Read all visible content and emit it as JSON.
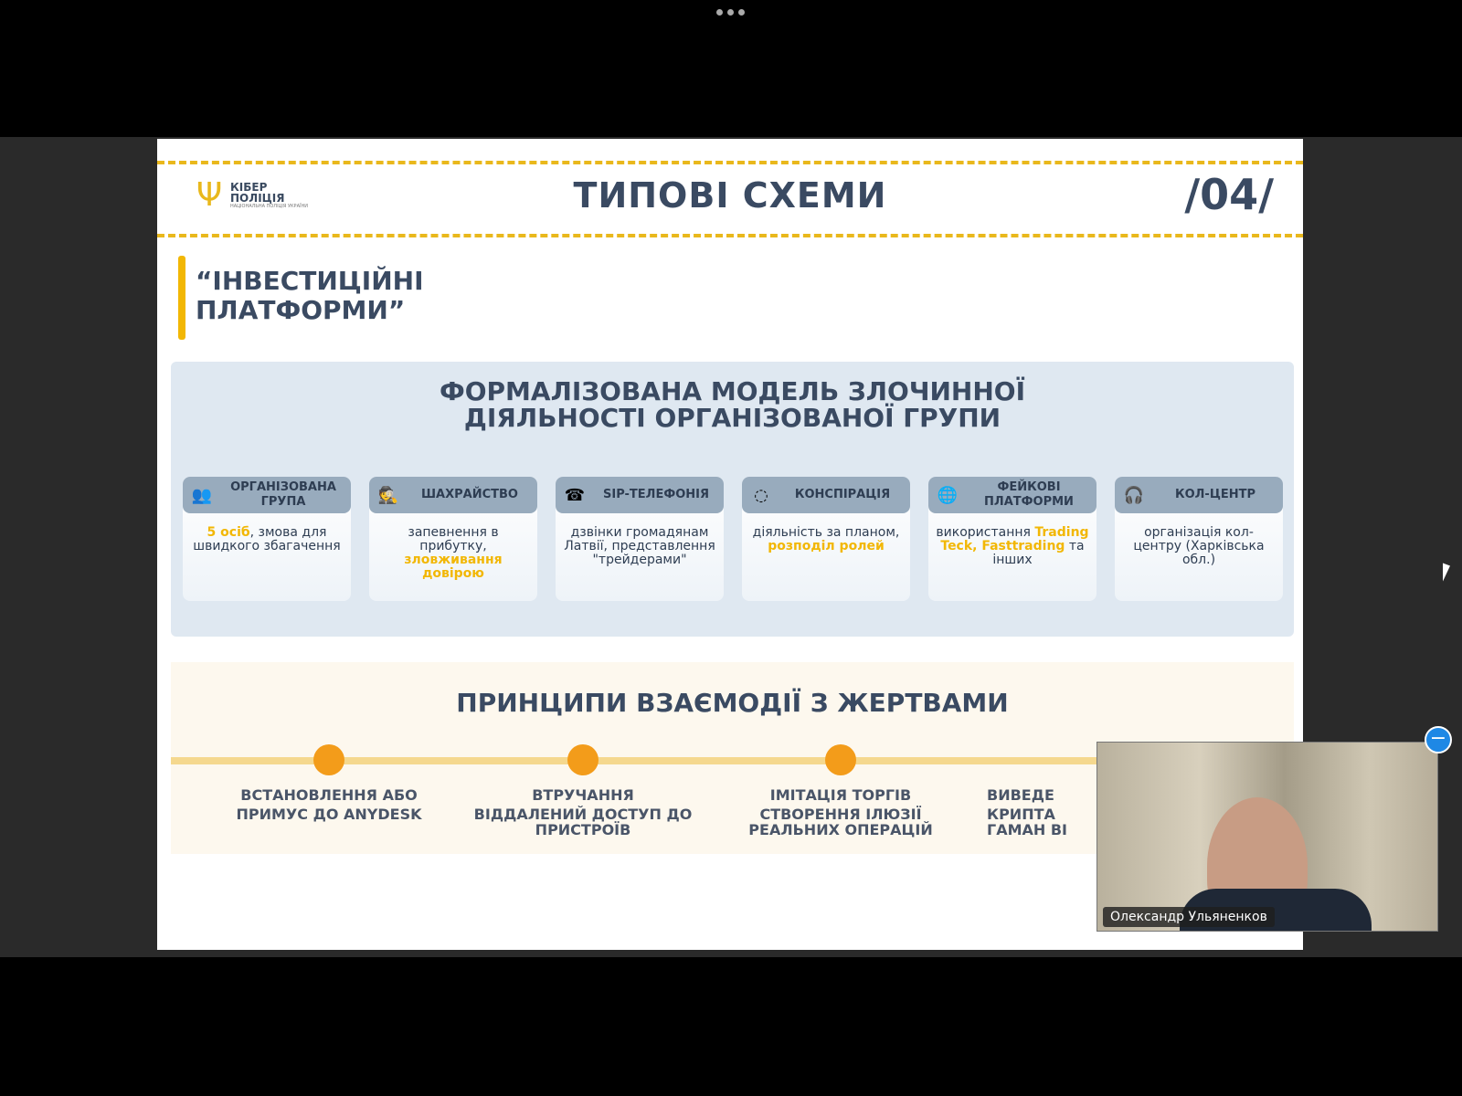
{
  "window": {
    "menu_icon": "more-dots-icon"
  },
  "slide": {
    "logo": {
      "line1": "КІБЕР",
      "line2": "ПОЛІЦІЯ",
      "line3": "НАЦІОНАЛЬНА ПОЛІЦІЯ УКРАЇНИ"
    },
    "title": "ТИПОВІ СХЕМИ",
    "number": "/04/",
    "subtitle_line1": "“ІНВЕСТИЦІЙНІ",
    "subtitle_line2": "ПЛАТФОРМИ”",
    "model": {
      "heading_line1": "ФОРМАЛІЗОВАНА МОДЕЛЬ ЗЛОЧИННОЇ",
      "heading_line2": "ДІЯЛЬНОСТІ ОРГАНІЗОВАНОЇ ГРУПИ",
      "cards": [
        {
          "icon": "group-icon",
          "title": "ОРГАНІЗОВАНА ГРУПА",
          "pre": "",
          "hl": "5 осіб",
          "post": ", змова для швидкого збагачення"
        },
        {
          "icon": "hacker-icon",
          "title": "ШАХРАЙСТВО",
          "pre": "запевнення в прибутку, ",
          "hl": "зловживання довірою",
          "post": ""
        },
        {
          "icon": "phone-icon",
          "title": "SIP-ТЕЛЕФОНІЯ",
          "pre": "дзвінки громадянам Латвії, представлення \"трейдерами\"",
          "hl": "",
          "post": ""
        },
        {
          "icon": "shield-icon",
          "title": "КОНСПІРАЦІЯ",
          "pre": "діяльність за планом, ",
          "hl": "розподіл ролей",
          "post": ""
        },
        {
          "icon": "globe-icon",
          "title": "ФЕЙКОВІ ПЛАТФОРМИ",
          "pre": "використання ",
          "hl": "Trading Teck, Fasttrading",
          "post": " та інших"
        },
        {
          "icon": "headset-icon",
          "title": "КОЛ-ЦЕНТР",
          "pre": "організація кол-центру (Харківська обл.)",
          "hl": "",
          "post": ""
        }
      ]
    },
    "principles": {
      "heading": "ПРИНЦИПИ ВЗАЄМОДІЇ З ЖЕРТВАМИ",
      "steps": [
        {
          "a": "ВСТАНОВЛЕННЯ АБО",
          "b": "ПРИМУС ДО ANYDESK"
        },
        {
          "a": "ВТРУЧАННЯ",
          "b": "ВІДДАЛЕНИЙ ДОСТУП ДО ПРИСТРОЇВ"
        },
        {
          "a": "ІМІТАЦІЯ ТОРГІВ",
          "b": "СТВОРЕННЯ ІЛЮЗІЇ РЕАЛЬНИХ ОПЕРАЦІЙ"
        },
        {
          "a": "ВИВЕДЕ",
          "b": "КРИПТА ГАМАН ВІ"
        }
      ]
    }
  },
  "video": {
    "participant": "Олександр Ульяненков",
    "minimize_icon": "minus-icon"
  }
}
